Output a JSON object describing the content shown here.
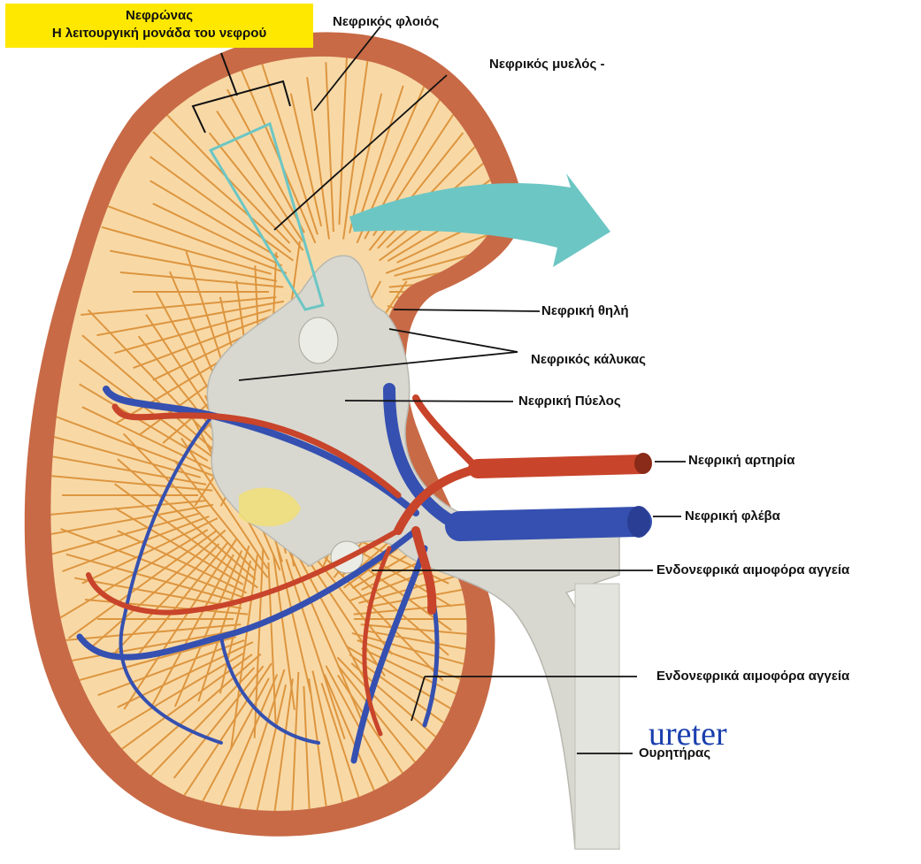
{
  "title": {
    "line1": "Νεφρώνας",
    "line2": "Η λειτουργική μονάδα του νεφρού"
  },
  "labels": {
    "cortex": "Νεφρικός φλοιός",
    "medulla": "Νεφρικός μυελός -",
    "papilla": "Νεφρική θηλή",
    "calyx": "Νεφρικός κάλυκας",
    "pelvis": "Νεφρική Πύελος",
    "artery": "Νεφρική αρτηρία",
    "vein": "Νεφρική φλέβα",
    "vessels_1": "Ενδονεφρικά αιμοφόρα αγγεία",
    "vessels_2": "Ενδονεφρικά αιμοφόρα αγγεία",
    "ureter_gr": "Ουρητήρας",
    "ureter_en": "ureter"
  },
  "colors": {
    "capsule": "#c86a46",
    "cortex": "#f8d9a6",
    "medulla_stripes": "#d98a2e",
    "artery": "#c8442a",
    "vein": "#3550b0",
    "pelvis": "#d8d8d0",
    "arrow": "#6cc6c4",
    "title_bg": "#ffe800"
  }
}
